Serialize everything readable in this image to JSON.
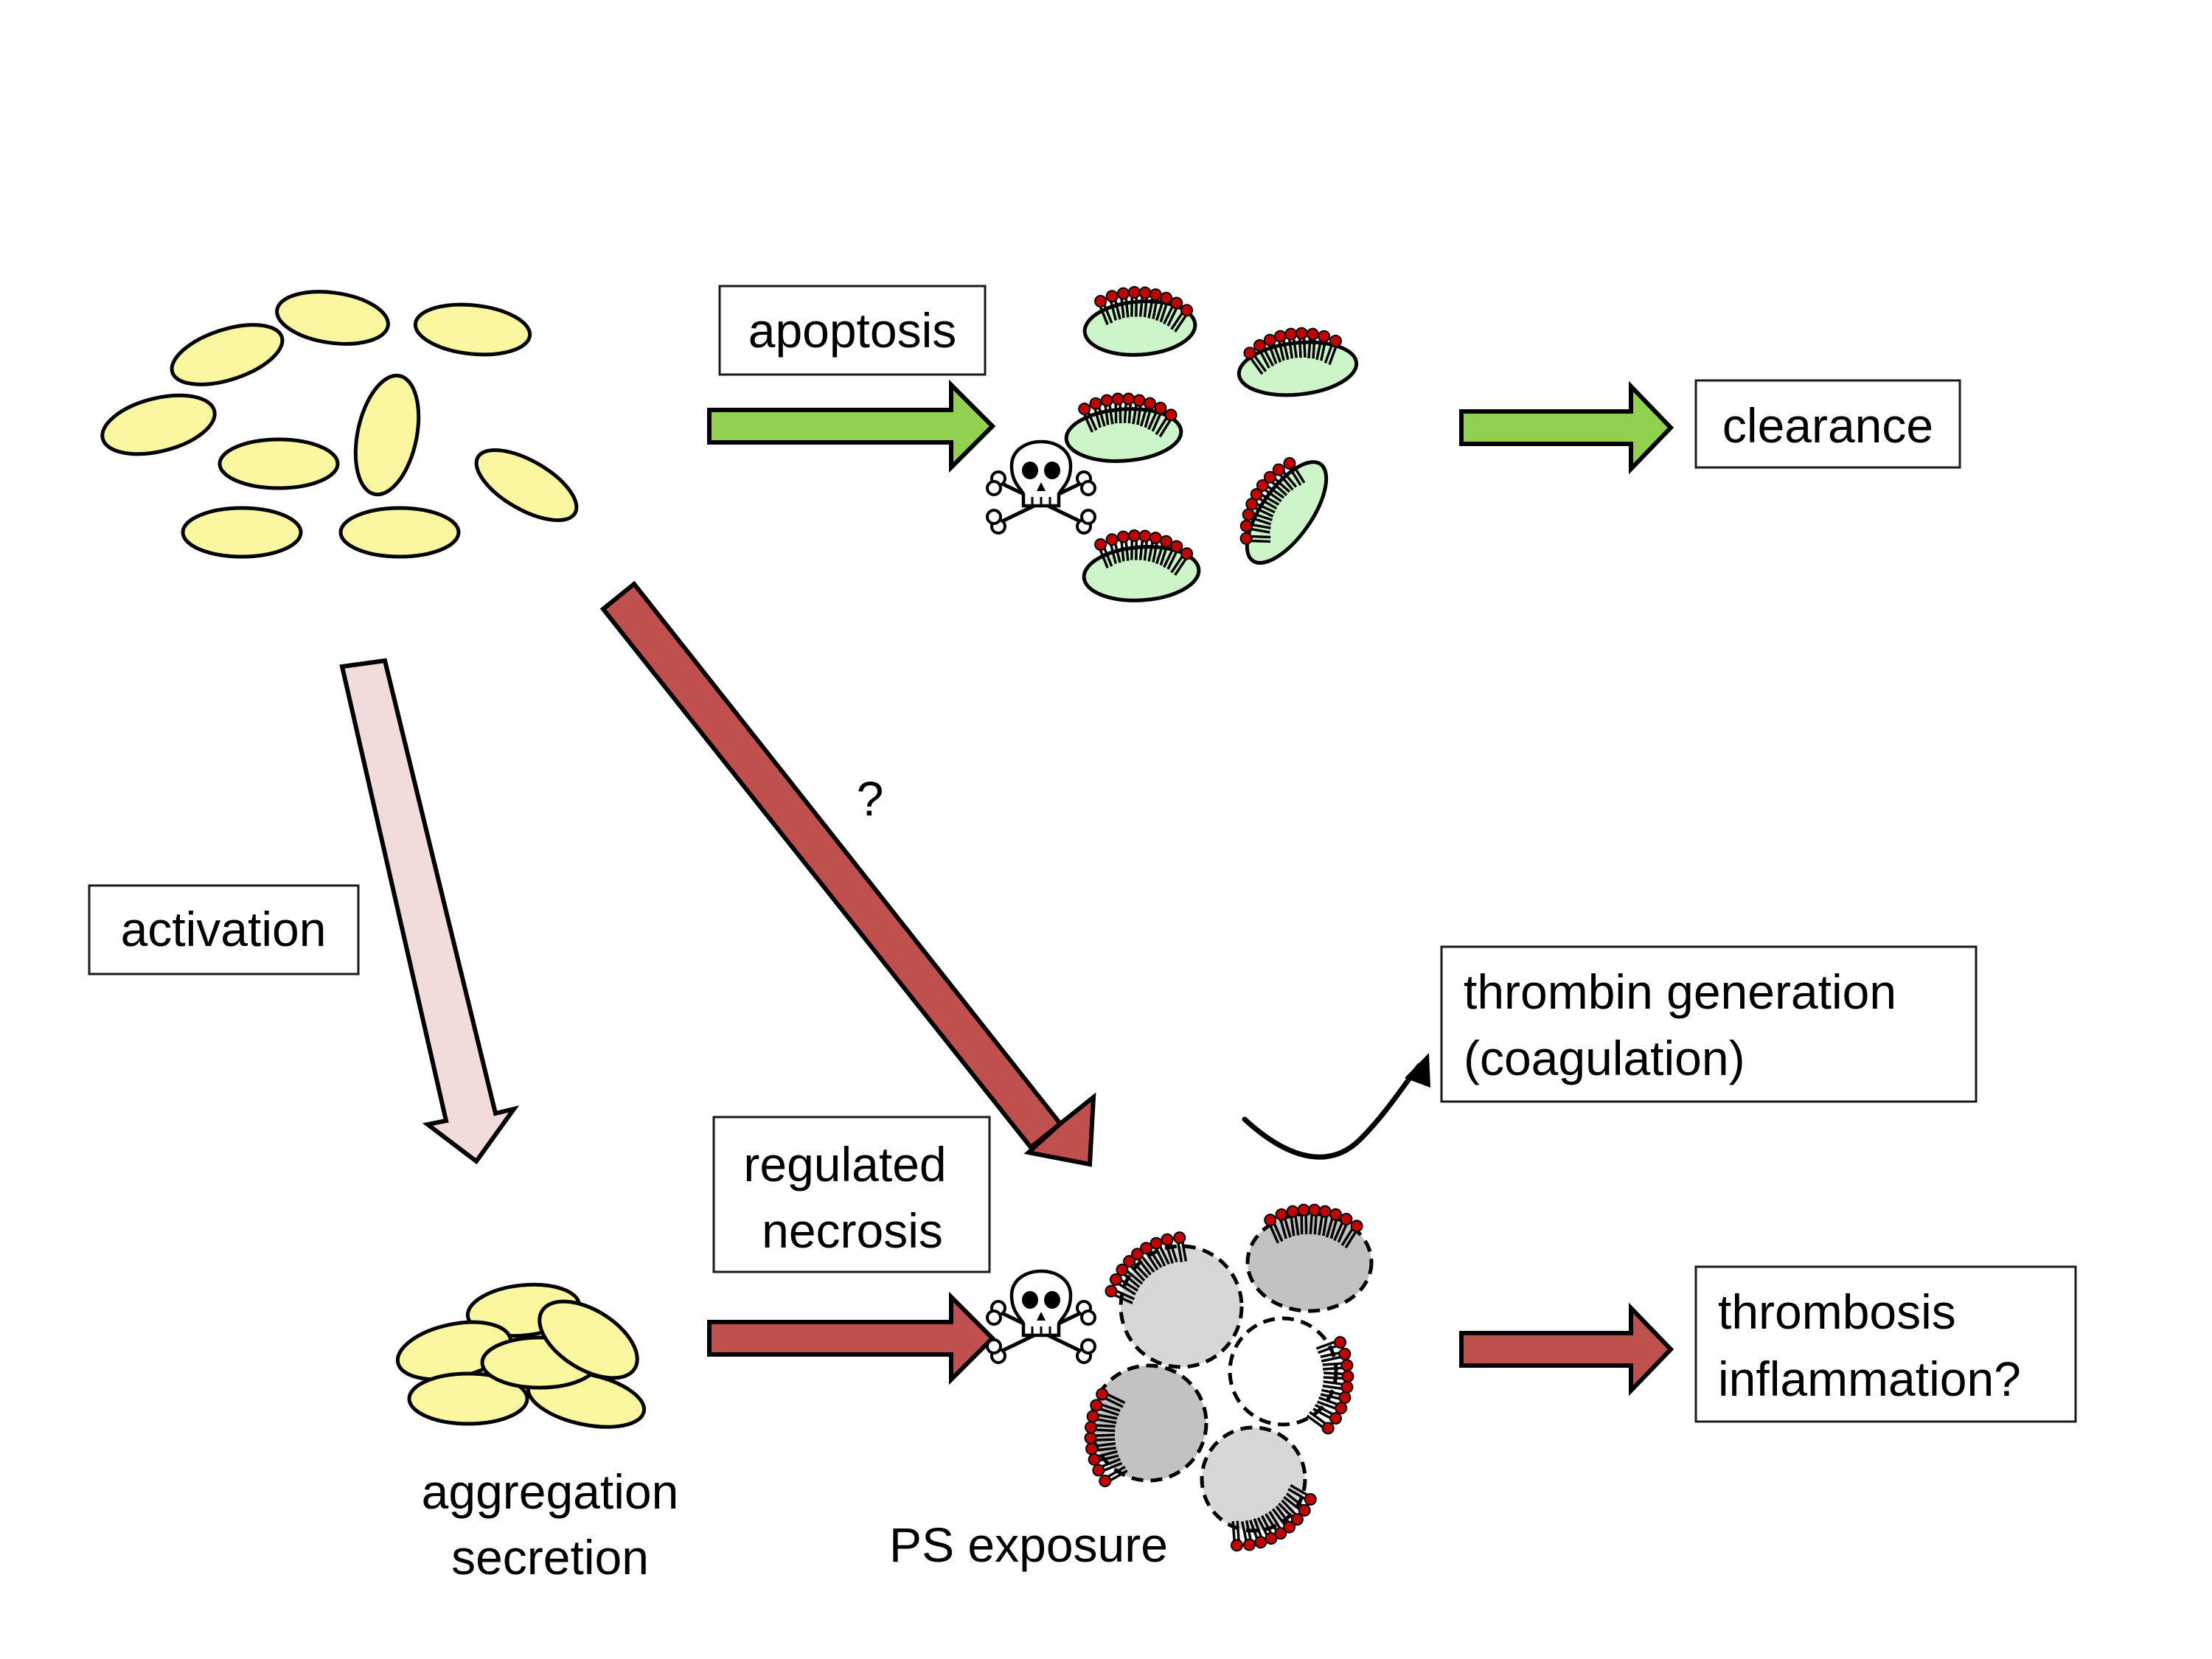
{
  "labels": {
    "apoptosis": "apoptosis",
    "clearance": "clearance",
    "activation": "activation",
    "question": "?",
    "thrombin_line1": "thrombin generation",
    "thrombin_line2": "(coagulation)",
    "regulated_line1": "regulated",
    "regulated_line2": "necrosis",
    "thrombosis_line1": "thrombosis",
    "thrombosis_line2": "inflammation?",
    "aggregation_line1": "aggregation",
    "aggregation_line2": "secretion",
    "ps_exposure": "PS exposure"
  },
  "colors": {
    "resting_platelet": "#fbf7a1",
    "apoptotic_platelet": "#cdf5c9",
    "apoptosis_arrow": "#92d050",
    "necrosis_arrow": "#c0504d",
    "activation_arrow": "#f2dcdb",
    "ps_head": "#c00000",
    "necrotic_grey_light": "#d7d7d7",
    "necrotic_grey_dark": "#c2c2c2"
  },
  "icons": [
    "skull-crossbones-icon",
    "phospholipid-icon"
  ]
}
